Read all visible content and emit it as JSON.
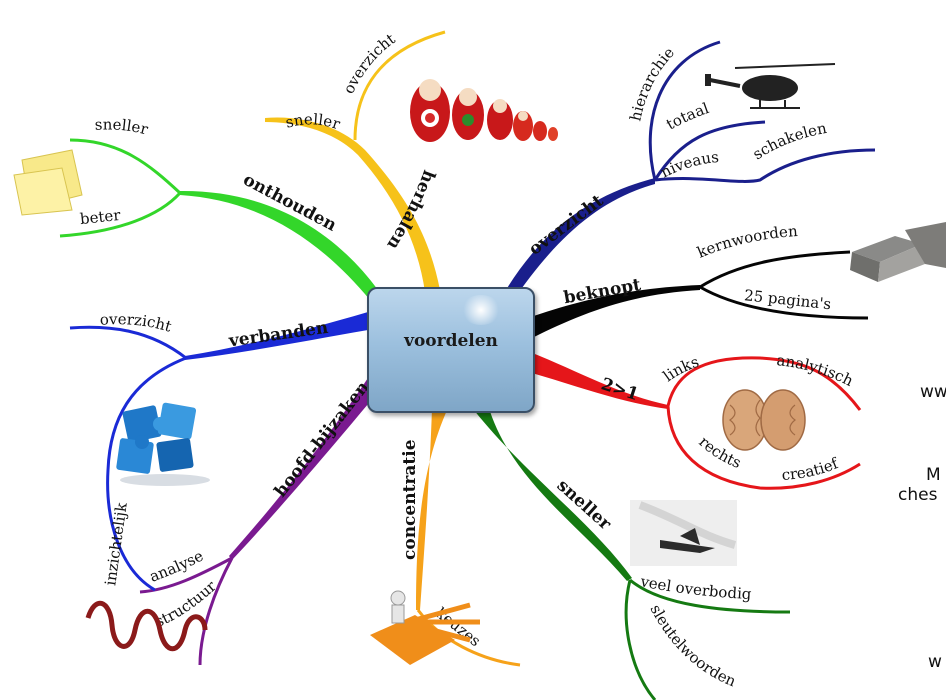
{
  "center": {
    "label": "voordelen"
  },
  "branches": {
    "herhalen": {
      "label": "herhalen",
      "color": "#f6c21a",
      "subs": [
        "sneller",
        "overzicht"
      ]
    },
    "overzicht": {
      "label": "overzicht",
      "color": "#1a1f8c",
      "subs": [
        "hierarchie",
        "totaal",
        "niveaus",
        "schakelen"
      ]
    },
    "beknopt": {
      "label": "beknopt",
      "color": "#050505",
      "subs": [
        "kernwoorden",
        "25 pagina's"
      ]
    },
    "twee_een": {
      "label": "2>1",
      "color": "#e5161a",
      "subs": [
        "links",
        "analytisch",
        "rechts",
        "creatief"
      ]
    },
    "sneller": {
      "label": "sneller",
      "color": "#157a12",
      "subs": [
        "veel overbodig",
        "sleutelwoorden"
      ]
    },
    "concentratie": {
      "label": "concentratie",
      "color": "#f6a21a",
      "subs": [
        "keuzes"
      ]
    },
    "hoofdbijzaken": {
      "label": "hoofd-bijzaken",
      "color": "#7a1a90",
      "subs": [
        "analyse",
        "structuur"
      ]
    },
    "verbanden": {
      "label": "verbanden",
      "color": "#1a2ad6",
      "subs": [
        "overzicht",
        "inzichtelijk"
      ]
    },
    "onthouden": {
      "label": "onthouden",
      "color": "#33d62a",
      "subs": [
        "sneller",
        "beter"
      ]
    }
  },
  "side_fragments": [
    "ww",
    "M",
    "ches",
    "w"
  ],
  "icons": [
    "postit-icon",
    "matryoshka-icon",
    "helicopter-icon",
    "book-icon",
    "brain-icon",
    "puzzle-icon",
    "jet-icon",
    "crossroads-icon",
    "wave-icon"
  ]
}
